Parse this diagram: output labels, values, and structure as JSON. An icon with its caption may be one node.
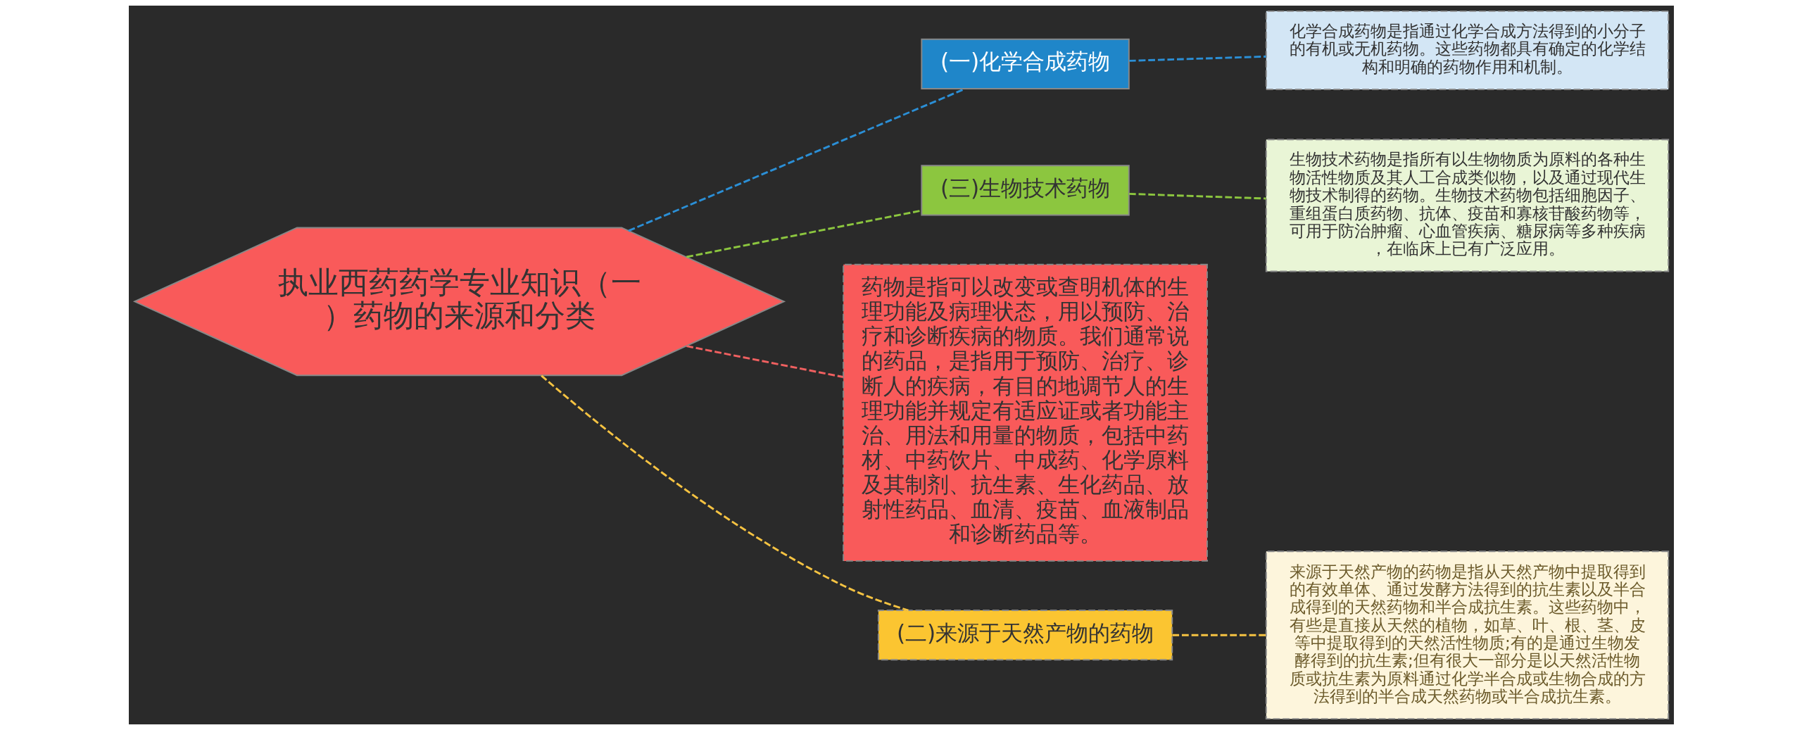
{
  "diagram": {
    "nodes": [
      {
        "text": [
          "执业西药药学专业知识（一）药物的来源和分类"
        ]
      },
      {
        "text": [
          "(一)化学合成药物"
        ]
      },
      {
        "text": [
          "化学合成药物是指通过化学合成方法得到的小分子的有机或无机药物。这些药物都具有确定的化学结构和明确的药物作用和机制。"
        ]
      },
      {
        "text": [
          "(三)生物技术药物"
        ]
      },
      {
        "text": [
          "生物技术药物是指所有以生物物质为原料的各种生物活性物质及其人工合成类似物，以及通过现代生物技术制得的药物。生物技术药物包括细胞因子、重组蛋白质药物、抗体、疫苗和寡核苷酸药物等，可用于防治肿瘤、心血管疾病、糖尿病等多种疾病，在临床上已有广泛应用。"
        ]
      },
      {
        "text": [
          "药物是指可以改变或查明机体的生理功能及病理状态，用以预防、治疗和诊断疾病的物质。我们通常说的药品，是指用于预防、治疗、诊断人的疾病，有目的地调节人的生理功能并规定有适应证或者功能主治、用法和用量的物质，包括中药材、中药饮片、中成药、化学原料及其制剂、抗生素、生化药品、放射性药品、血清、疫苗、血液制品和诊断药品等。"
        ]
      },
      {
        "text": [
          "(二)来源于天然产物的药物"
        ]
      },
      {
        "text": [
          "来源于天然产物的药物是指从天然产物中提取得到的有效单体、通过发酵方法得到的抗生素以及半合成得到的天然药物和半合成抗生素。这些药物中，有些是直接从天然的植物，如草、叶、根、茎、皮等中提取得到的天然活性物质;有的是通过生物发酵得到的抗生素;但有很大一部分是以天然活性物质或抗生素为原料通过化学半合成或生物合成的方法得到的半合成天然药物或半合成抗生素。"
        ]
      }
    ],
    "edges": [
      {
        "from": 0,
        "to": 1,
        "arrow": "none",
        "style": "dashed",
        "color": "#2b8fd6"
      },
      {
        "from": 1,
        "to": 2,
        "arrow": "none",
        "style": "dashed",
        "color": "#2b8fd6"
      },
      {
        "from": 0,
        "to": 3,
        "arrow": "none",
        "style": "dashed",
        "color": "#8cc63f"
      },
      {
        "from": 3,
        "to": 4,
        "arrow": "none",
        "style": "dashed",
        "color": "#8cc63f"
      },
      {
        "from": 0,
        "to": 5,
        "arrow": "none",
        "style": "dashed",
        "color": "#f06060"
      },
      {
        "from": 0,
        "to": 6,
        "arrow": "none",
        "style": "dashed",
        "color": "#f6c342"
      },
      {
        "from": 6,
        "to": 7,
        "arrow": "none",
        "style": "dashed",
        "color": "#f6c342"
      }
    ]
  }
}
